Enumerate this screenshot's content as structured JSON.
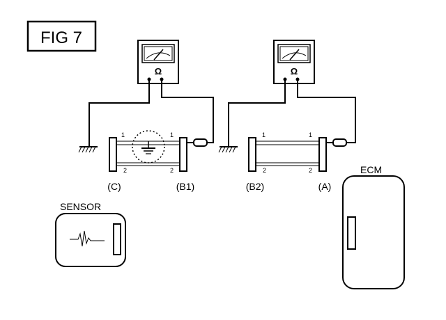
{
  "figure_label": "FIG  7",
  "meter_left": {
    "symbol": "Ω"
  },
  "meter_right": {
    "symbol": "Ω"
  },
  "connectors": {
    "c": "(C)",
    "b1": "(B1)",
    "b2": "(B2)",
    "a": "(A)"
  },
  "pins": {
    "left_top_left": "1",
    "left_top_right": "1",
    "left_bottom_left": "2",
    "left_bottom_right": "2",
    "right_top_left": "1",
    "right_top_right": "1",
    "right_bottom_left": "2",
    "right_bottom_right": "2"
  },
  "sensor": {
    "label": "SENSOR"
  },
  "ecm": {
    "label": "ECM"
  }
}
